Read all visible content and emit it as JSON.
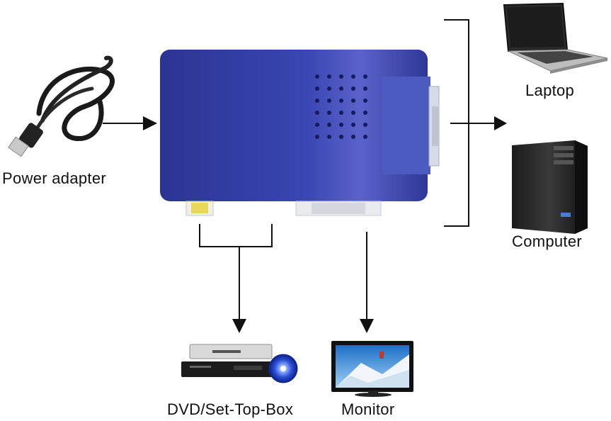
{
  "labels": {
    "power_adapter": "Power adapter",
    "laptop": "Laptop",
    "computer": "Computer",
    "dvd": "DVD/Set-Top-Box",
    "monitor": "Monitor"
  },
  "colors": {
    "converter_body": "#2f3a98",
    "converter_highlight": "#5a63c9",
    "vga_panel": "#4b5bc0",
    "rca_port": "#e8d85a",
    "connector_line": "#111111"
  },
  "icons": {
    "power": "usb-power-cable-icon",
    "laptop": "laptop-icon",
    "computer": "pc-tower-icon",
    "dvd": "dvd-player-icon",
    "monitor": "lcd-monitor-icon"
  }
}
